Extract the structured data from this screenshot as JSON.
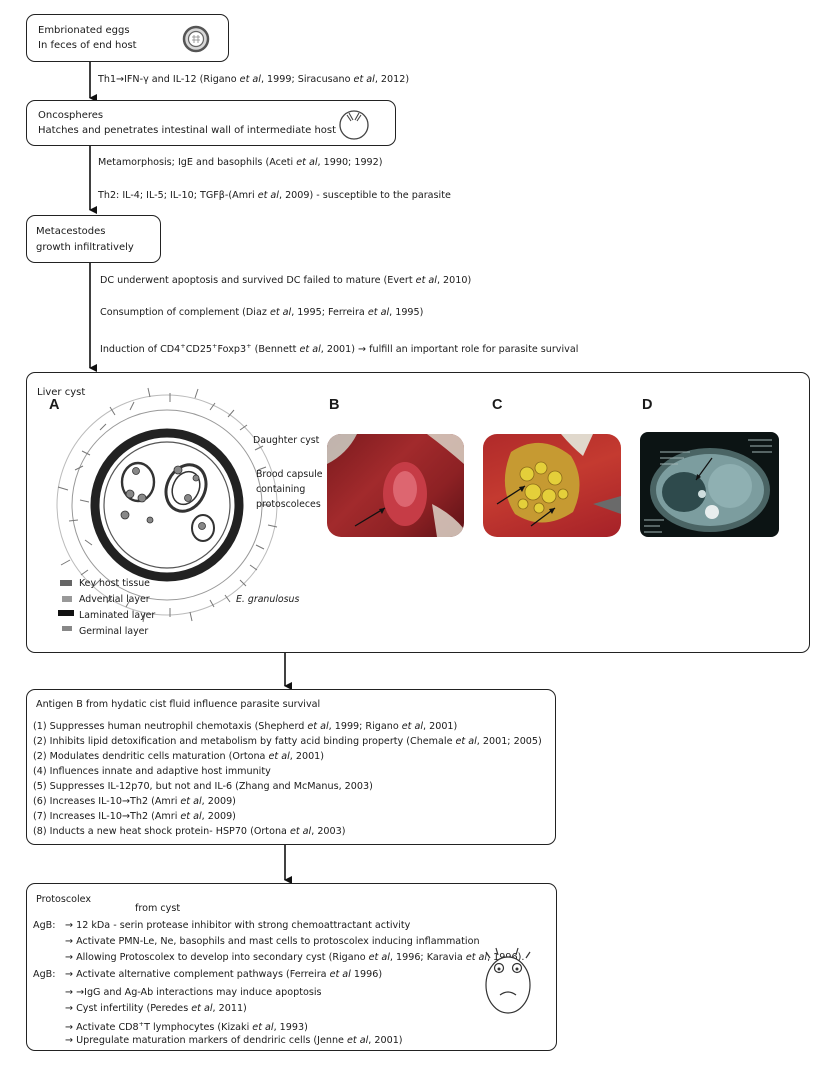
{
  "step1": {
    "line1": "Embrionated eggs",
    "line2": "In feces of end host"
  },
  "arrow1_label": {
    "text": "Th1→IFN-γ and IL-12 (Rigano ",
    "em1": "et al",
    "mid": ", 1999; Siracusano ",
    "em2": "et al",
    "end": ", 2012)"
  },
  "step2": {
    "line1": "Oncospheres",
    "line2": "Hatches and penetrates intestinal wall of intermediate host"
  },
  "arrow2_labels": [
    {
      "text": "Metamorphosis; IgE and basophils (Aceti ",
      "em": "et al",
      "end": ", 1990; 1992)"
    },
    {
      "text": "Th2: IL-4; IL-5; IL-10; TGFβ-(Amri ",
      "em": "et al",
      "end": ", 2009) - susceptible to the parasite"
    }
  ],
  "step3": {
    "line1": "Metacestodes",
    "line2": "growth infiltratively"
  },
  "arrow3_labels": [
    {
      "text": "DC underwent apoptosis and survived DC failed to mature (Evert ",
      "em": "et al",
      "end": ", 2010)"
    },
    {
      "text": "Consumption of complement (Diaz ",
      "em": "et al",
      "mid": ", 1995; Ferreira ",
      "em2": "et al",
      "end": ", 1995)"
    },
    {
      "pre": "Induction of CD4",
      "sup1": "+",
      "mid1": "CD25",
      "sup2": "+",
      "mid2": "Foxp3",
      "sup3": "+",
      "text": " (Bennett ",
      "em": "et al",
      "end": ", 2001) → fulfill an important role for parasite survival"
    }
  ],
  "liver": {
    "title": "Liver cyst",
    "panel_labels": [
      "A",
      "B",
      "C",
      "D"
    ],
    "species": "E. granulosus",
    "annotations": {
      "daughter": "Daughter cyst",
      "brood1": "Brood capsule",
      "brood2": "containing",
      "brood3": "protoscoleces"
    },
    "legend": [
      "Key host tissue",
      "Advential layer",
      "Laminated layer",
      "Germinal layer"
    ]
  },
  "antigen": {
    "title": "Antigen B from hydatic cist fluid influence parasite survival",
    "items": [
      {
        "pre": "(1) Suppresses human neutrophil chemotaxis (Shepherd ",
        "em": "et al",
        "mid": ", 1999; Rigano ",
        "em2": "et al",
        "end": ", 2001)"
      },
      {
        "pre": "(2) Inhibits lipid detoxification and metabolism by fatty acid binding property (Chemale ",
        "em": "et al",
        "end": ", 2001; 2005)"
      },
      {
        "pre": "(2) Modulates dendritic cells maturation (Ortona ",
        "em": "et al",
        "end": ", 2001)"
      },
      {
        "pre": "(4) Influences innate and adaptive host immunity"
      },
      {
        "pre": "(5) Suppresses IL-12p70, but not and IL-6 (Zhang and McManus, 2003)"
      },
      {
        "pre": "(6) Increases IL-10→Th2 (Amri ",
        "em": "et al",
        "end": ", 2009)"
      },
      {
        "pre": "(7) Increases IL-10→Th2 (Amri ",
        "em": "et al",
        "end": ", 2009)"
      },
      {
        "pre": "(8) Inducts a new heat shock protein- HSP70 (Ortona ",
        "em": "et al",
        "end": ", 2003)"
      }
    ]
  },
  "protoscolex": {
    "title": "Protoscolex",
    "subtitle": "from cyst",
    "agb1": "AgB:",
    "agb2": "AgB:",
    "lines": [
      {
        "pre": "→ 12 kDa - serin protease inhibitor with strong chemoattractant activity"
      },
      {
        "pre": "→ Activate PMN-Le, Ne, basophils and mast cells to protoscolex inducing inflammation"
      },
      {
        "pre": "→ Allowing Protoscolex to develop into secondary cyst (Rigano ",
        "em": "et al",
        "mid": ", 1996; Karavia ",
        "em2": "et al",
        "end": ", 1996)."
      },
      {
        "pre": "→ Activate alternative complement pathways (Ferreira ",
        "em": "et al",
        "end": " 1996)"
      },
      {
        "pre": "→ →IgG and Ag-Ab interactions may induce apoptosis"
      },
      {
        "pre": "→ Cyst infertility (Peredes ",
        "em": "et al",
        "end": ", 2011)"
      },
      {
        "pre": "→ Activate CD8",
        "sup": "+",
        "post": "T lymphocytes (Kizaki ",
        "em": "et al",
        "end": ", 1993)"
      },
      {
        "pre": "→ Upregulate maturation markers of dendriric cells (Jenne ",
        "em": "et al",
        "end": ", 2001)"
      }
    ]
  }
}
